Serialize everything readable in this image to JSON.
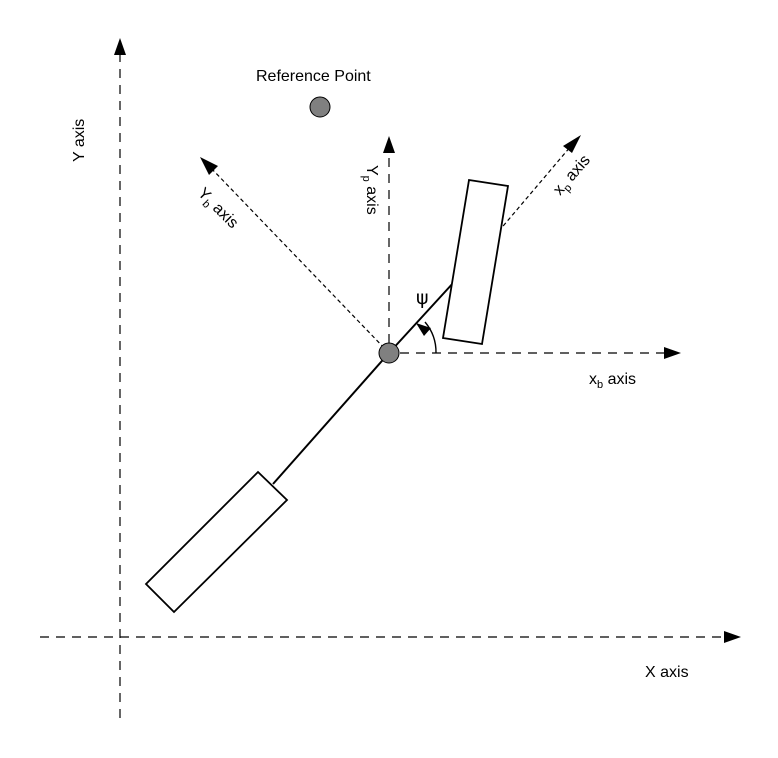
{
  "labels": {
    "reference_point": "Reference Point",
    "y_axis": "Y axis",
    "x_axis": "X axis",
    "yb_main": "Y",
    "yb_sub": "b",
    "yb_rest": " axis",
    "yp_main": "Y",
    "yp_sub": "p",
    "yp_rest": " axis",
    "xp_main": "x",
    "xp_sub": "p",
    "xp_rest": " axis",
    "xb_main": "x",
    "xb_sub": "b",
    "xb_rest": " axis",
    "psi": "ψ"
  },
  "colors": {
    "stroke": "#000000",
    "point_fill": "#808080",
    "background": "#ffffff"
  }
}
